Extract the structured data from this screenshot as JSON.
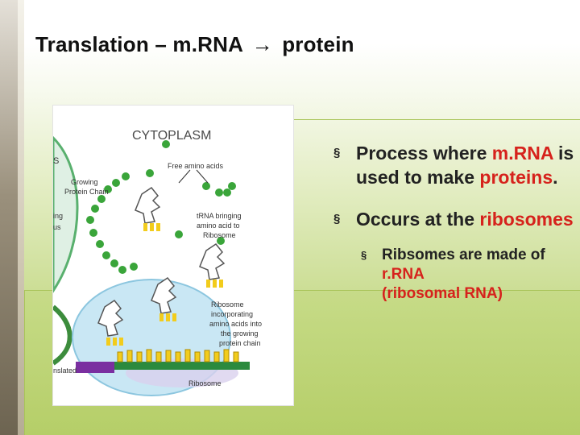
{
  "slide": {
    "title_left": "Translation – m.RNA",
    "title_arrow": "→",
    "title_right": "protein"
  },
  "figure": {
    "labels": {
      "cytoplasm": "CYTOPLASM",
      "free_amino": "Free amino acids",
      "growing_chain_1": "Growing",
      "growing_chain_2": "Protein Chain",
      "trna_1": "tRNA bringing",
      "trna_2": "amino acid to",
      "trna_3": "Ribosome",
      "ribosome_inc_1": "Ribosome",
      "ribosome_inc_2": "incorporating",
      "ribosome_inc_3": "amino acids into",
      "ribosome_inc_4": "the growing",
      "ribosome_inc_5": "protein chain",
      "ribosome": "Ribosome",
      "left_s": "S",
      "left_ing": "ing",
      "left_us": "us",
      "left_nslated": "nslated"
    }
  },
  "bullets": {
    "marker": "§",
    "b1": {
      "pre": "Process where",
      "red1": "m.RNA",
      "mid": "is used to make",
      "red2": "proteins",
      "post": "."
    },
    "b2": {
      "pre": "Occurs at the",
      "red": "ribosomes"
    },
    "b3": {
      "pre": "Ribsomes are made of",
      "red": "r.RNA",
      "post2": "(ribosomal RNA)"
    }
  },
  "colors": {
    "accent_red": "#d6221c",
    "amino_green": "#3aa53a",
    "ribosome_blue": "#bfe3f2",
    "mrna_purple": "#7a2fa0"
  }
}
